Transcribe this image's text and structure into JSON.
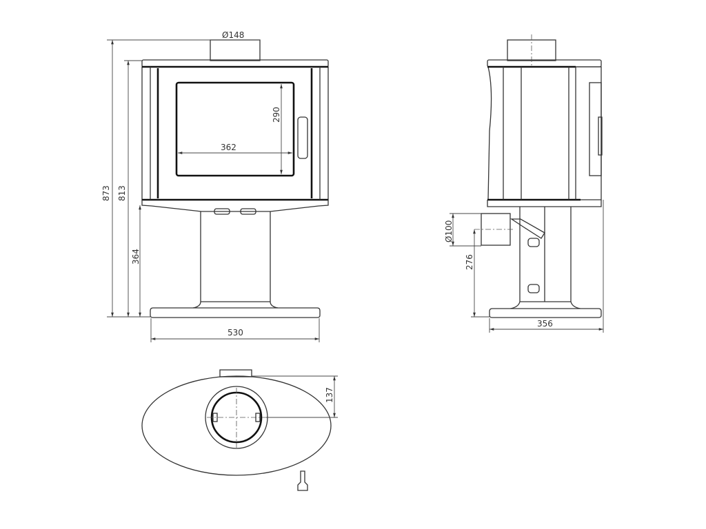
{
  "front_view": {
    "flue_diameter": "Ø148",
    "total_height": "873",
    "body_height": "813",
    "base_height": "364",
    "glass_height": "290",
    "glass_width": "362",
    "base_width": "530"
  },
  "side_view": {
    "outlet_diameter": "Ø100",
    "outlet_height": "276",
    "depth": "356"
  },
  "top_view": {
    "flue_offset": "137"
  }
}
